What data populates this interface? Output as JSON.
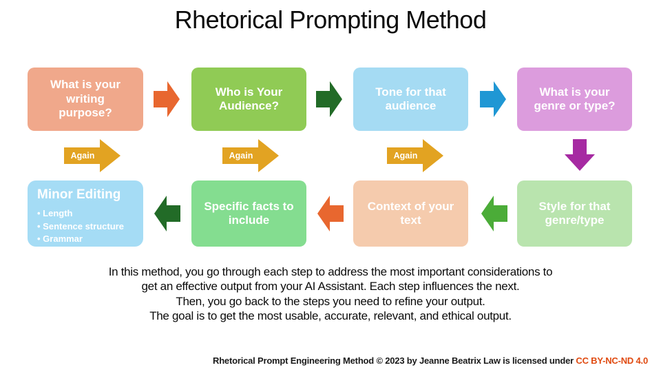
{
  "title": "Rhetorical Prompting Method",
  "steps": {
    "row1": [
      {
        "label": "What is your writing purpose?"
      },
      {
        "label": "Who is Your Audience?"
      },
      {
        "label": "Tone for that audience"
      },
      {
        "label": "What is your genre or type?"
      }
    ],
    "row2": [
      {
        "title": "Minor Editing",
        "bullets": [
          "• Length",
          "• Sentence structure",
          "• Grammar"
        ]
      },
      {
        "label": "Specific facts to include"
      },
      {
        "label": "Context of your text"
      },
      {
        "label": "Style for that genre/type"
      }
    ]
  },
  "again_label": "Again",
  "description": {
    "line1": "In this method, you go through each step to address the most important considerations to",
    "line2": "get an effective output from your AI Assistant. Each step influences the next.",
    "line3": "Then, you go back to the steps you need to refine your output.",
    "line4": "The goal is to get the most usable, accurate, relevant, and ethical output."
  },
  "footer": {
    "text": "Rhetorical Prompt Engineering Method © 2023 by Jeanne Beatrix Law is licensed under ",
    "license": "CC BY-NC-ND 4.0"
  },
  "colors": {
    "box_purpose": "#F0A88B",
    "box_audience": "#90CB55",
    "box_tone": "#A5DBF3",
    "box_genre": "#DC9CDD",
    "box_minor_editing": "#A5DCF5",
    "box_specific_facts": "#84DD90",
    "box_context": "#F5CBAD",
    "box_style": "#B9E4AE",
    "arrow_orange": "#E8672F",
    "arrow_dark_green": "#226B27",
    "arrow_blue": "#1F97D4",
    "arrow_gold": "#E2A322",
    "arrow_purple": "#A62AA2",
    "arrow_bright_green": "#4BAC38",
    "license_link": "#E04A10",
    "box_text": "#FFFFFF",
    "body_text": "#0B0B0B"
  }
}
